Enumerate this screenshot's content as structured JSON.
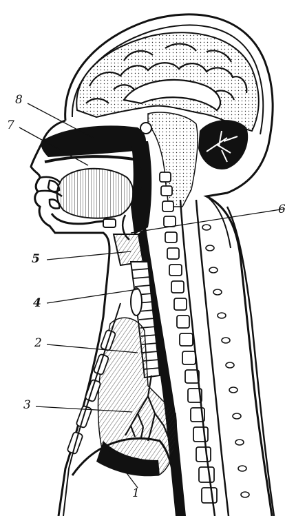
{
  "figure": {
    "labels": {
      "l1": "1",
      "l2": "2",
      "l3": "3",
      "l4": "4",
      "l5": "5",
      "l6": "6",
      "l7": "7",
      "l8": "8"
    },
    "colors": {
      "ink": "#111111",
      "paper": "#ffffff"
    }
  }
}
